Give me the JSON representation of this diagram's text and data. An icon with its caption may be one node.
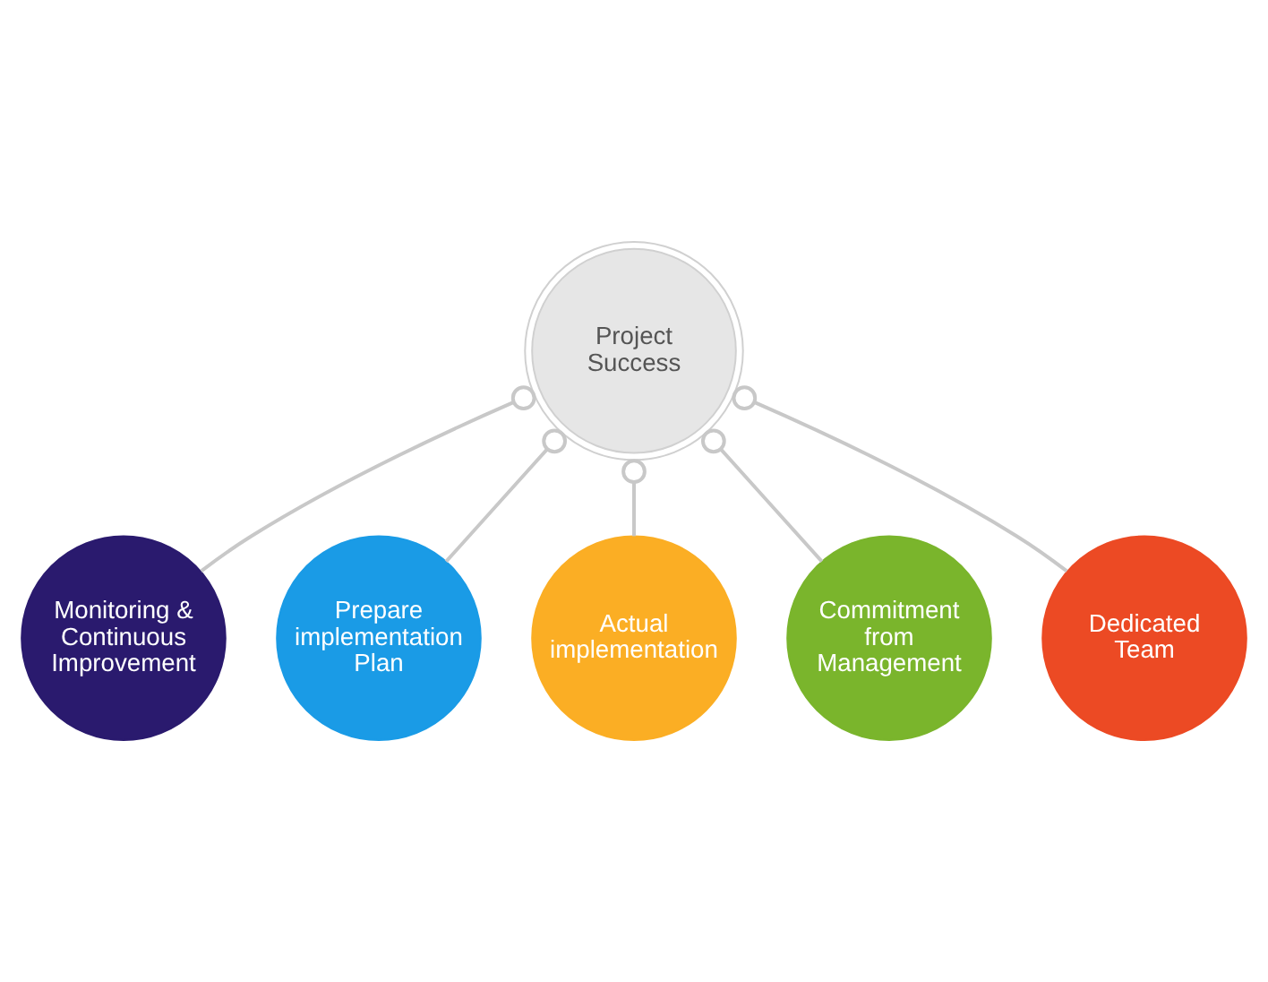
{
  "diagram": {
    "nodes": [
      {
        "text": [
          "Project Success"
        ]
      },
      {
        "text": [
          "Monitoring & Continuous Improvement"
        ]
      },
      {
        "text": [
          "Prepare implementation Plan"
        ]
      },
      {
        "text": [
          "Actual implementation"
        ]
      },
      {
        "text": [
          "Commitment from Management"
        ]
      },
      {
        "text": [
          "Dedicated Team"
        ]
      }
    ],
    "edges": [
      {
        "from": 0,
        "to": 1,
        "arrow": "other"
      },
      {
        "from": 0,
        "to": 2,
        "arrow": "other"
      },
      {
        "from": 0,
        "to": 3,
        "arrow": "other"
      },
      {
        "from": 0,
        "to": 4,
        "arrow": "other"
      },
      {
        "from": 0,
        "to": 5,
        "arrow": "other"
      }
    ]
  }
}
